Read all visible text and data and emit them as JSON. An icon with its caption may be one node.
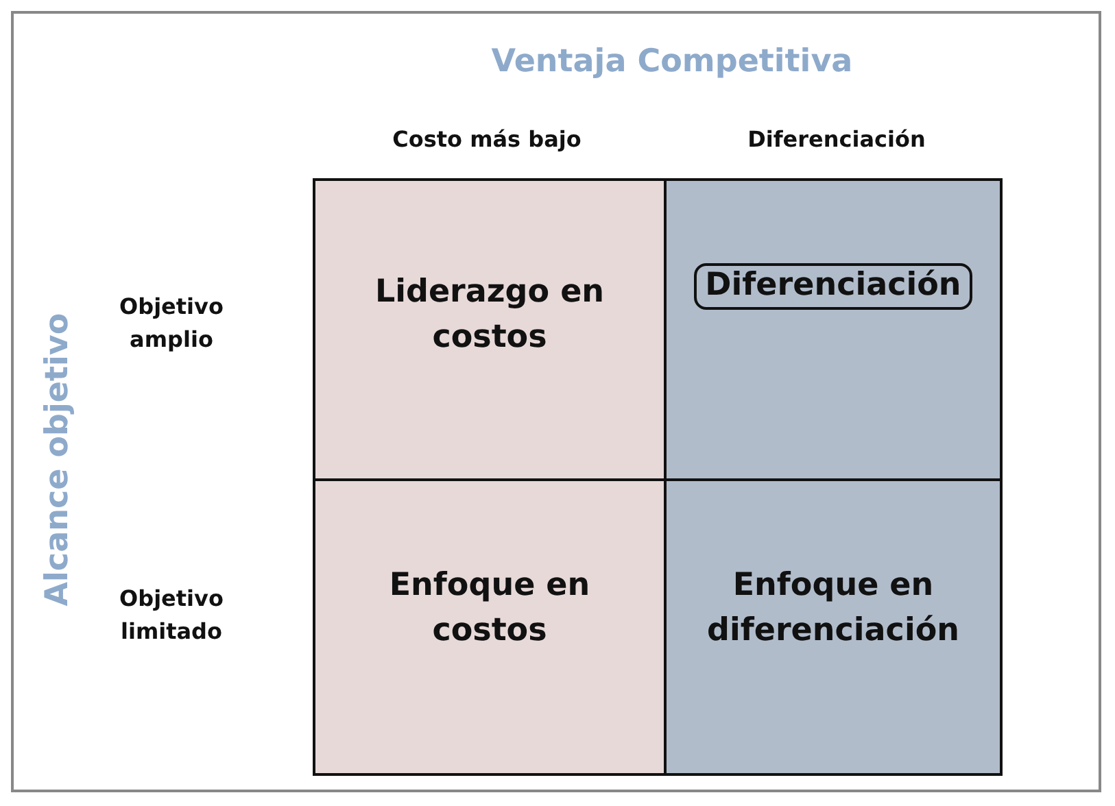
{
  "diagram": {
    "nodes": [
      {
        "text": [
          "Liderazgo en costos"
        ]
      },
      {
        "text": [
          "Diferenciación"
        ]
      },
      {
        "text": [
          "Enfoque en costos"
        ]
      },
      {
        "text": [
          "Enfoque en diferenciación"
        ]
      }
    ],
    "labels": [
      "Ventaja Competitiva",
      "Costo más bajo",
      "Diferenciación",
      "Alcance objetivo",
      "Objetivo amplio",
      "Objetivo limitado"
    ]
  }
}
